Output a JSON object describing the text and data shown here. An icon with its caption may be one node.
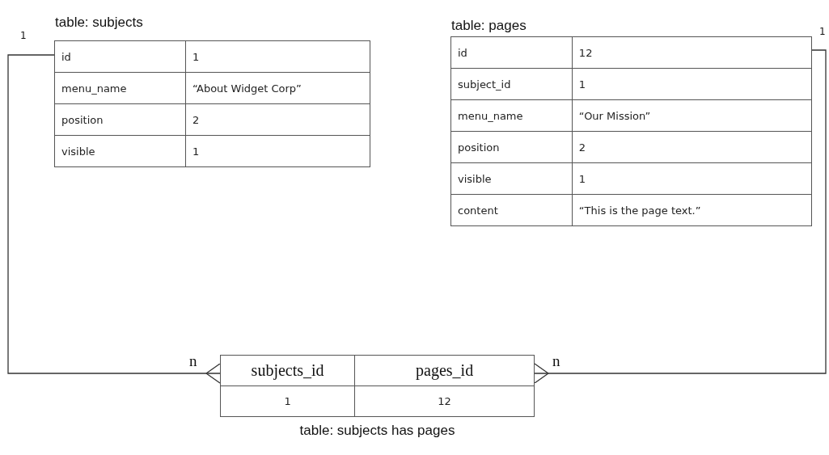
{
  "diagram": {
    "nodes": [
      {
        "text": [
          "table: subjects",
          "id",
          "1",
          "menu_name",
          "“About Widget Corp”",
          "position",
          "2",
          "visible",
          "1"
        ]
      },
      {
        "text": [
          "table: pages",
          "id",
          "12",
          "subject_id",
          "1",
          "menu_name",
          "“Our Mission”",
          "position",
          "2",
          "visible",
          "1",
          "content",
          "“This is the page text.”"
        ]
      },
      {
        "text": [
          "table: subjects has pages",
          "subjects_id",
          "pages_id",
          "1",
          "12"
        ]
      }
    ],
    "edges": [
      {
        "from": 0,
        "to": 2,
        "arrow": "other"
      },
      {
        "from": 1,
        "to": 2,
        "arrow": "other"
      }
    ],
    "labels": [
      "1",
      "1",
      "n",
      "n"
    ]
  }
}
